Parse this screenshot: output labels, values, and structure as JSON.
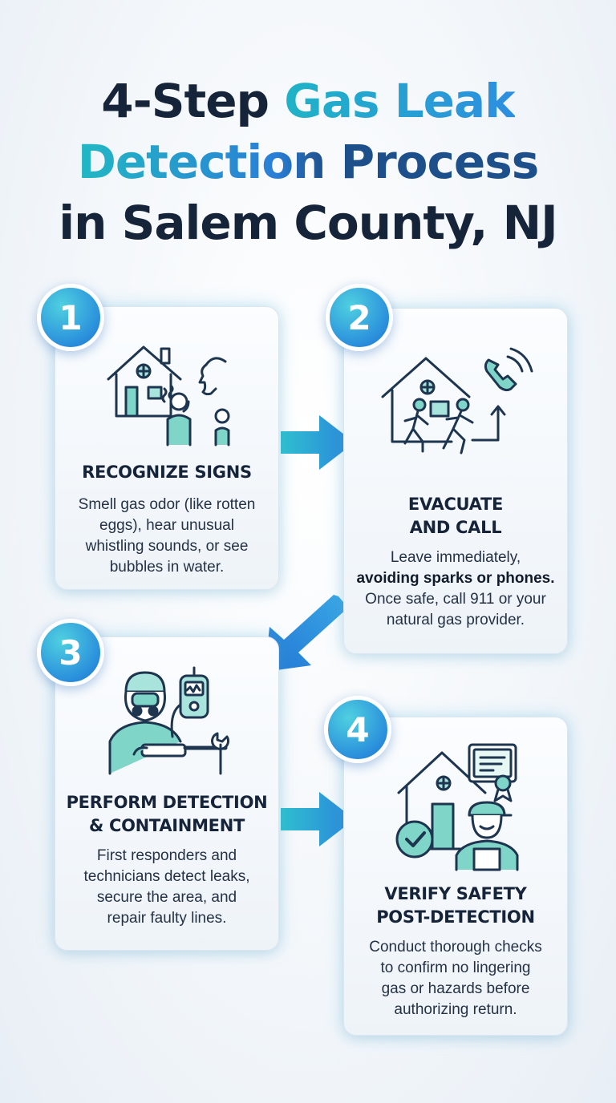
{
  "title": {
    "line1_part1": "4-Step ",
    "line1_part2": "Gas Leak",
    "line2_part1": "Detection",
    "line2_part2": " Process",
    "line3": "in Salem County, NJ"
  },
  "steps": [
    {
      "number": "1",
      "title_line1": "RECOGNIZE SIGNS",
      "text_lines": [
        "Smell gas odor (like rotten",
        "eggs), hear unusual",
        "whistling sounds, or see",
        "bubbles in water."
      ],
      "icon": "house-person-smell-icon"
    },
    {
      "number": "2",
      "title_line1": "EVACUATE",
      "title_line2": "AND CALL",
      "text_line1": "Leave immediately,",
      "text_bold": "avoiding sparks or phones.",
      "text_line3": "Once safe, call 911 or your",
      "text_line4": "natural gas provider.",
      "icon": "evacuate-phone-icon"
    },
    {
      "number": "3",
      "title_line1": "PERFORM DETECTION",
      "title_line2": "& CONTAINMENT",
      "text_lines": [
        "First responders and",
        "technicians detect leaks,",
        "secure the area, and",
        "repair faulty lines."
      ],
      "icon": "technician-detector-icon"
    },
    {
      "number": "4",
      "title_line1": "VERIFY SAFETY",
      "title_line2": "POST-DETECTION",
      "text_lines": [
        "Conduct thorough checks",
        "to confirm no lingering",
        "gas or hazards before",
        "authorizing return."
      ],
      "icon": "house-certificate-worker-icon"
    }
  ],
  "colors": {
    "accent_teal": "#1fb3c6",
    "accent_blue": "#2d8ee0",
    "navy": "#16243a",
    "icon_fill": "#7fd6c8",
    "icon_stroke": "#1e3550"
  }
}
